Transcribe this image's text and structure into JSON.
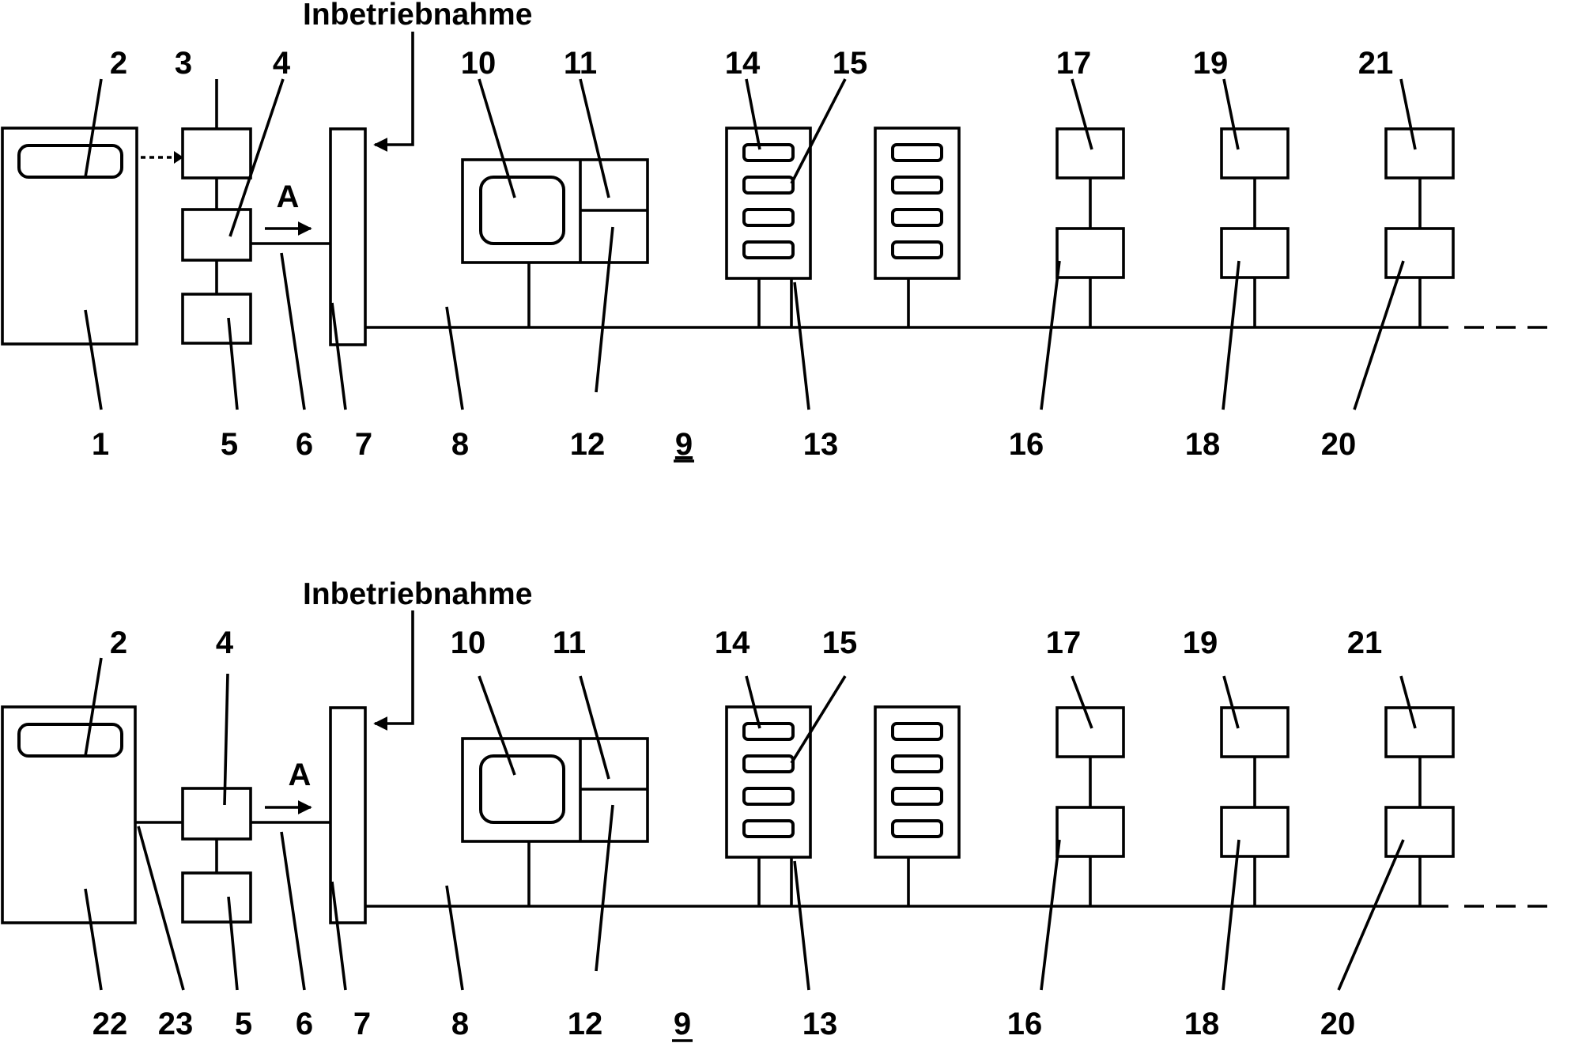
{
  "title_label": "Inbetriebnahme",
  "arrow_label": "A",
  "panel_top": {
    "labels_above": [
      "2",
      "3",
      "4",
      "10",
      "11",
      "14",
      "15",
      "17",
      "19",
      "21"
    ],
    "labels_below": [
      "1",
      "5",
      "6",
      "7",
      "8",
      "12",
      "9",
      "13",
      "16",
      "18",
      "20"
    ]
  },
  "panel_bottom": {
    "labels_above": [
      "2",
      "4",
      "10",
      "11",
      "14",
      "15",
      "17",
      "19",
      "21"
    ],
    "labels_below": [
      "22",
      "23",
      "5",
      "6",
      "7",
      "8",
      "12",
      "9",
      "13",
      "16",
      "18",
      "20"
    ]
  }
}
